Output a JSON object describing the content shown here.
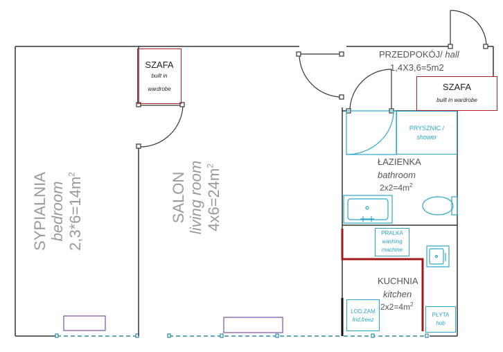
{
  "rooms": {
    "bedroom": {
      "name": "SYPIALNIA",
      "name_en": "bedroom",
      "area_prefix": "2,3*6=14m",
      "area_sup": "2"
    },
    "living": {
      "name": "SALON",
      "name_en": "living room",
      "area_prefix": "4x6=24m",
      "area_sup": "2"
    },
    "hall": {
      "name": "PRZEDPOKÓJ/",
      "name_en": "hall",
      "area": "1,4X3,6=5m2"
    },
    "bathroom": {
      "name": "ŁAZIENKA",
      "name_en": "bathroom",
      "area_prefix": "2x2=4m",
      "area_sup": "2"
    },
    "kitchen": {
      "name": "KUCHNIA",
      "name_en": "kitchen",
      "area_prefix": "2x2=4m",
      "area_sup": "2"
    }
  },
  "wardrobe_left": {
    "name": "SZAFA",
    "line1": "built in",
    "line2": "wardrobe"
  },
  "wardrobe_right": {
    "name": "SZAFA",
    "line1": "built in wardrobe"
  },
  "fixtures": {
    "shower": {
      "line1": "PRYSZNIC /",
      "line2": "shower"
    },
    "washer": {
      "line1": "PRALKA",
      "line2": "washing",
      "line3": "machine"
    },
    "fridge": {
      "line1": "LOD.ZAM",
      "line2": "frid,freez"
    },
    "hob": {
      "line1": "PŁYTA",
      "line2": "hob"
    }
  },
  "colors": {
    "wall": "#333333",
    "accent_blue": "#2aa7c8",
    "accent_red": "#b22222",
    "radiator": "#7b4fa3",
    "text": "#555555"
  }
}
